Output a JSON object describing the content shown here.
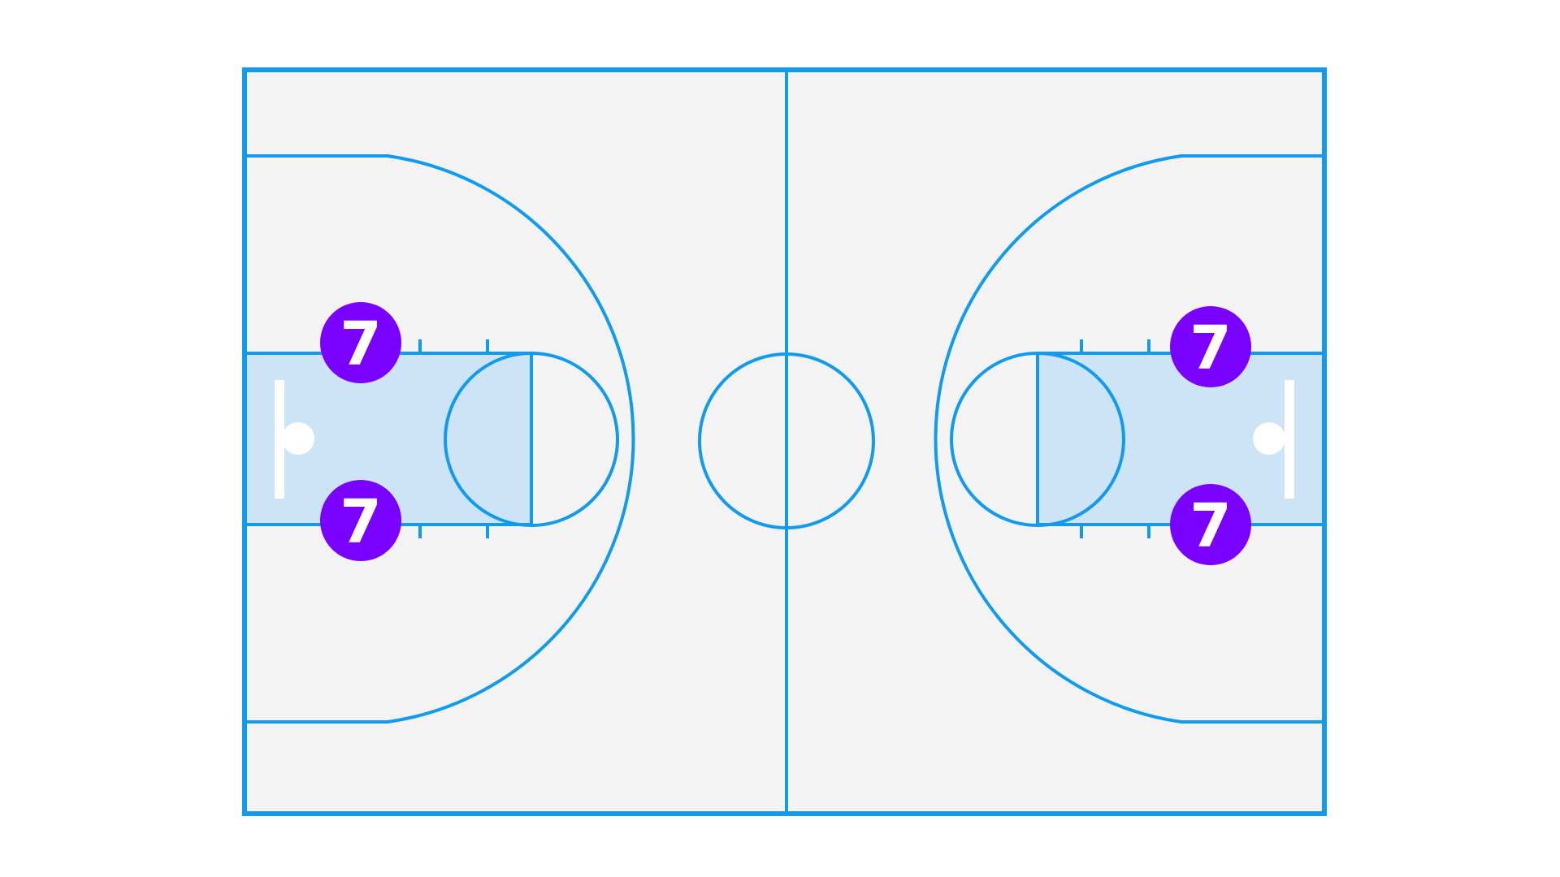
{
  "court": {
    "line_color": "#129bec",
    "floor_color": "#f3f3f3",
    "paint_color": "#cce4f5",
    "background_color": "#ffffff",
    "hoop_color": "#ffffff"
  },
  "players": {
    "marker_color": "#7a00ff",
    "text_color": "#ffffff",
    "left_top": {
      "number": "7"
    },
    "left_bottom": {
      "number": "7"
    },
    "right_top": {
      "number": "7"
    },
    "right_bottom": {
      "number": "7"
    }
  }
}
